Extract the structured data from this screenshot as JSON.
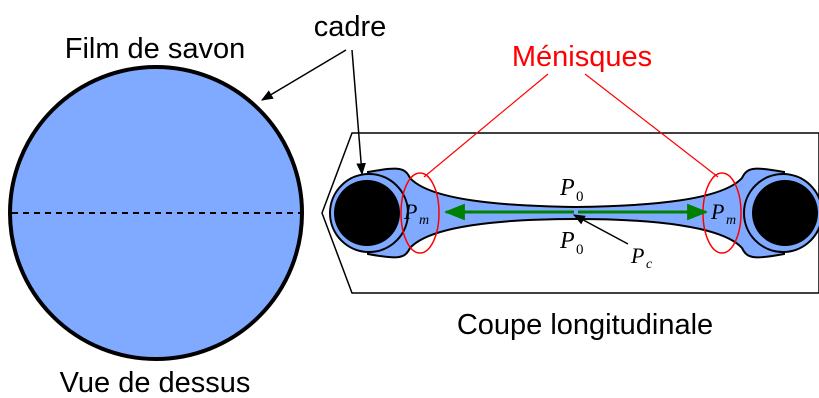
{
  "labels": {
    "film": "Film de savon",
    "cadre": "cadre",
    "menisques": "Ménisques",
    "coupe": "Coupe longitudinale",
    "vue": "Vue de dessus"
  },
  "math": {
    "p0_top": {
      "base": "P",
      "sub": "0"
    },
    "p0_bottom": {
      "base": "P",
      "sub": "0"
    },
    "pm_left": {
      "base": "P",
      "sub": "m"
    },
    "pm_right": {
      "base": "P",
      "sub": "m"
    },
    "pc": {
      "base": "P",
      "sub": "c"
    }
  },
  "colors": {
    "film_fill": "#80aaff",
    "frame": "#000000",
    "meniscus": "#ff0000",
    "label_red": "#ff0000",
    "arrow_green": "#008000"
  }
}
